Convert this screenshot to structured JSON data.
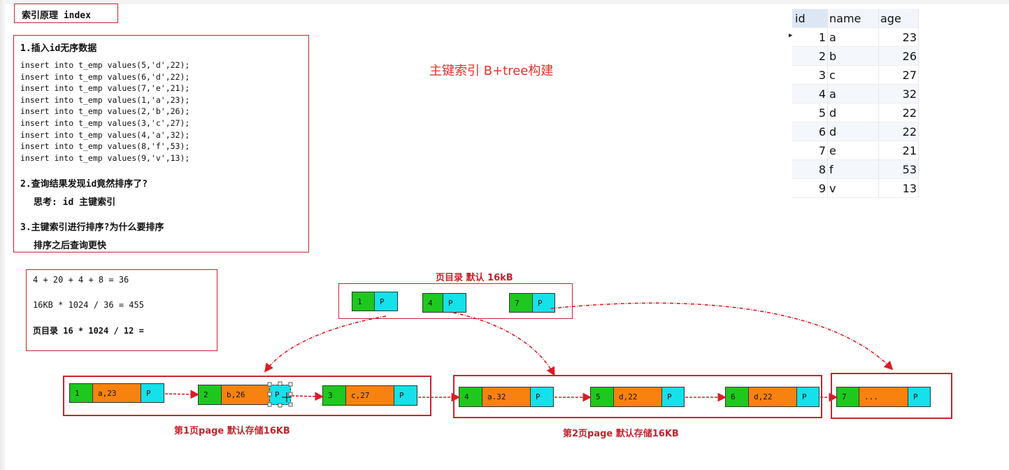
{
  "title": "索引原理 index",
  "notes": {
    "step1": "1.插入id无序数据",
    "code": [
      "insert into t_emp values(5,'d',22);",
      "insert into t_emp values(6,'d',22);",
      "insert into t_emp values(7,'e',21);",
      "insert into t_emp values(1,'a',23);",
      "insert into t_emp values(2,'b',26);",
      "insert into t_emp values(3,'c',27);",
      "insert into t_emp values(4,'a',32);",
      "insert into t_emp values(8,'f',53);",
      "insert into t_emp values(9,'v',13);"
    ],
    "step2": "2.查询结果发现id竟然排序了?",
    "step2_sub": "思考: id 主键索引",
    "step3": "3.主键索引进行排序?为什么要排序",
    "step3_sub": "排序之后查询更快"
  },
  "calc": {
    "line1": "4 + 20 + 4 + 8  =  36",
    "line2": "16KB * 1024 / 36 = 455",
    "line3": "页目录 16 * 1024 /  12 ="
  },
  "headline": "主键索引 B+tree构建",
  "table": {
    "headers": [
      "id",
      "name",
      "age"
    ],
    "rows": [
      [
        "1",
        "a",
        "23"
      ],
      [
        "2",
        "b",
        "26"
      ],
      [
        "3",
        "c",
        "27"
      ],
      [
        "4",
        "a",
        "32"
      ],
      [
        "5",
        "d",
        "22"
      ],
      [
        "6",
        "d",
        "22"
      ],
      [
        "7",
        "e",
        "21"
      ],
      [
        "8",
        "f",
        "53"
      ],
      [
        "9",
        "v",
        "13"
      ]
    ]
  },
  "directory": {
    "label": "页目录 默认 16kB",
    "entries": [
      {
        "key": "1",
        "ptr": "P"
      },
      {
        "key": "4",
        "ptr": "P"
      },
      {
        "key": "7",
        "ptr": "P"
      }
    ]
  },
  "pages": {
    "page1_label": "第1页page 默认存储16KB",
    "page2_label": "第2页page 默认存储16KB",
    "records": [
      {
        "id": "1",
        "data": "a,23",
        "ptr": "P"
      },
      {
        "id": "2",
        "data": "b,26",
        "ptr": "P"
      },
      {
        "id": "3",
        "data": "c,27",
        "ptr": "P"
      },
      {
        "id": "4",
        "data": "a.32",
        "ptr": "P"
      },
      {
        "id": "5",
        "data": "d,22",
        "ptr": "P"
      },
      {
        "id": "6",
        "data": "d,22",
        "ptr": "P"
      },
      {
        "id": "7",
        "data": "...",
        "ptr": "P"
      }
    ]
  },
  "colors": {
    "border_red": "#c6262e",
    "arrow_red": "#d81e28",
    "id_green": "#1ec81e",
    "ptr_cyan": "#14e1e9",
    "data_orange": "#f7820f"
  }
}
